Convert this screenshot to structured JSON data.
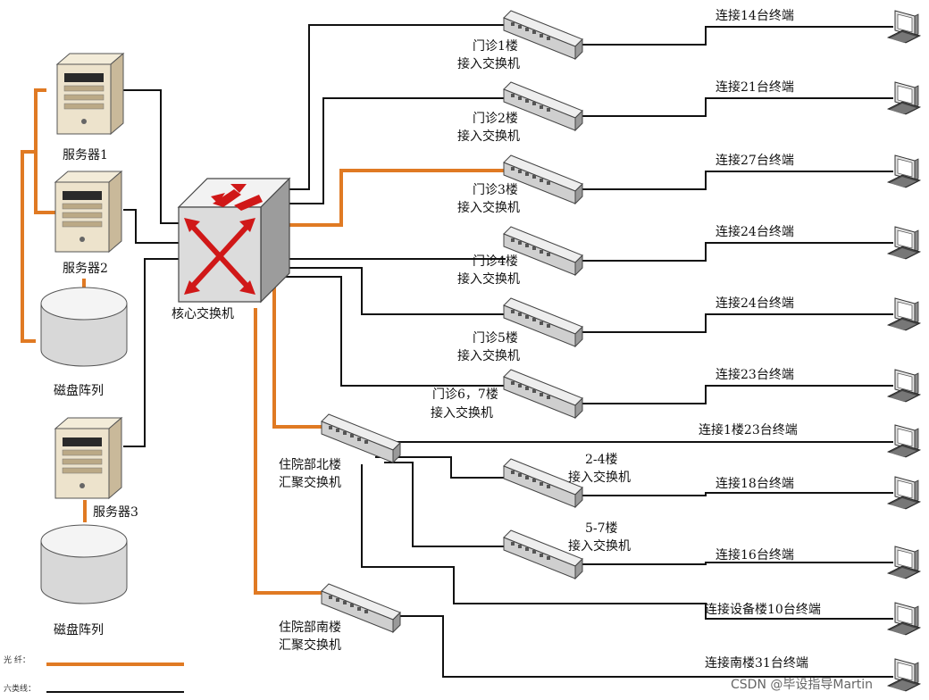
{
  "servers": [
    {
      "id": "s1",
      "label": "服务器1"
    },
    {
      "id": "s2",
      "label": "服务器2"
    },
    {
      "id": "s3",
      "label": "服务器3"
    }
  ],
  "storage": [
    {
      "id": "d1",
      "label": "磁盘阵列"
    },
    {
      "id": "d2",
      "label": "磁盘阵列"
    }
  ],
  "core_switch": {
    "label": "核心交换机"
  },
  "access_switches": [
    {
      "id": "a1",
      "lines": [
        "门诊1楼",
        "接入交换机"
      ],
      "terminals": "连接14台终端"
    },
    {
      "id": "a2",
      "lines": [
        "门诊2楼",
        "接入交换机"
      ],
      "terminals": "连接21台终端"
    },
    {
      "id": "a3",
      "lines": [
        "门诊3楼",
        "接入交换机"
      ],
      "terminals": "连接27台终端"
    },
    {
      "id": "a4",
      "lines": [
        "门诊4楼",
        "接入交换机"
      ],
      "terminals": "连接24台终端"
    },
    {
      "id": "a5",
      "lines": [
        "门诊5楼",
        "接入交换机"
      ],
      "terminals": "连接24台终端"
    },
    {
      "id": "a6",
      "lines": [
        "门诊6，7楼",
        "接入交换机"
      ],
      "terminals": "连接23台终端"
    }
  ],
  "aggregation_switches": [
    {
      "id": "n",
      "lines": [
        "住院部北楼",
        "汇聚交换机"
      ],
      "terminals": "连接1楼23台终端"
    },
    {
      "id": "s",
      "lines": [
        "住院部南楼",
        "汇聚交换机"
      ],
      "terminals": "连接南楼31台终端"
    }
  ],
  "north_access": [
    {
      "id": "n1",
      "lines": [
        "2-4楼",
        "接入交换机"
      ],
      "terminals": "连接18台终端"
    },
    {
      "id": "n2",
      "lines": [
        "5-7楼",
        "接入交换机"
      ],
      "terminals": "连接16台终端"
    }
  ],
  "equipment_building": {
    "terminals": "连接设备楼10台终端"
  },
  "legend": {
    "fiber": "光  纤：",
    "cat6": "六类线："
  },
  "watermark": "CSDN @毕设指导Martin",
  "colors": {
    "fiber": "#e07a23",
    "cat6": "#111111"
  },
  "icons": [
    "server-icon",
    "disk-array-icon",
    "core-switch-icon",
    "switch-icon",
    "computer-icon"
  ]
}
